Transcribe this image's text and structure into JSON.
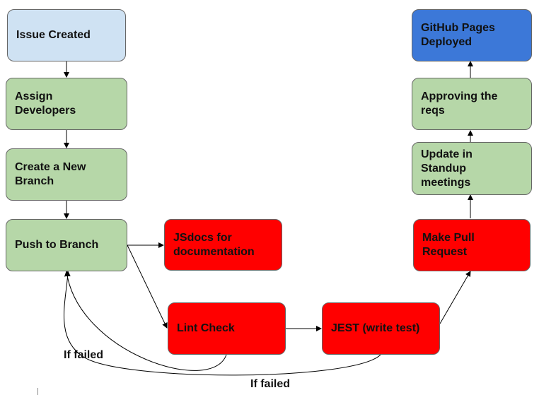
{
  "colors": {
    "light_blue": "#cfe2f3",
    "green": "#b6d7a8",
    "red": "#ff0000",
    "blue": "#3c78d8",
    "border": "#666666",
    "connector": "#000000"
  },
  "nodes": {
    "issue_created": "Issue Created",
    "assign_developers": "Assign\nDevelopers",
    "create_branch": "Create a New\nBranch",
    "push_branch": "Push to Branch",
    "jsdocs": "JSdocs for\ndocumentation",
    "lint_check": "Lint Check",
    "jest": "JEST (write test)",
    "pull_request": "Make Pull\nRequest",
    "standup": "Update in\nStandup\nmeetings",
    "approving": "Approving the\nreqs",
    "github_pages": "GitHub Pages\nDeployed"
  },
  "labels": {
    "if_failed_1": "If failed",
    "if_failed_2": "If failed"
  }
}
